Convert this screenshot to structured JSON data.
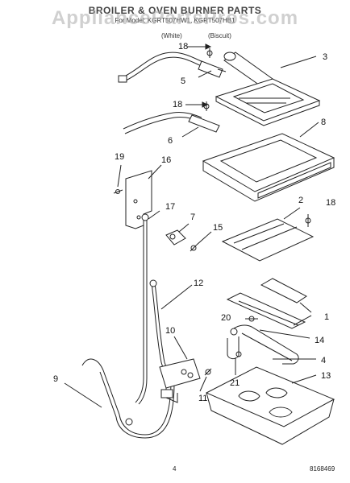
{
  "header": {
    "title": "BROILER & OVEN BURNER PARTS",
    "subtitle": "For Model: KGRT507HW1, KGRT507HB1",
    "variant_left": "(White)",
    "variant_right": "(Biscuit)"
  },
  "watermark": "AppliancePartsPros.com",
  "callouts": [
    "18",
    "3",
    "5",
    "18",
    "6",
    "8",
    "19",
    "16",
    "2",
    "18",
    "17",
    "7",
    "15",
    "12",
    "1",
    "20",
    "14",
    "10",
    "4",
    "9",
    "21",
    "11",
    "13"
  ],
  "footer": {
    "page_number": "4",
    "part_number": "8168469"
  }
}
